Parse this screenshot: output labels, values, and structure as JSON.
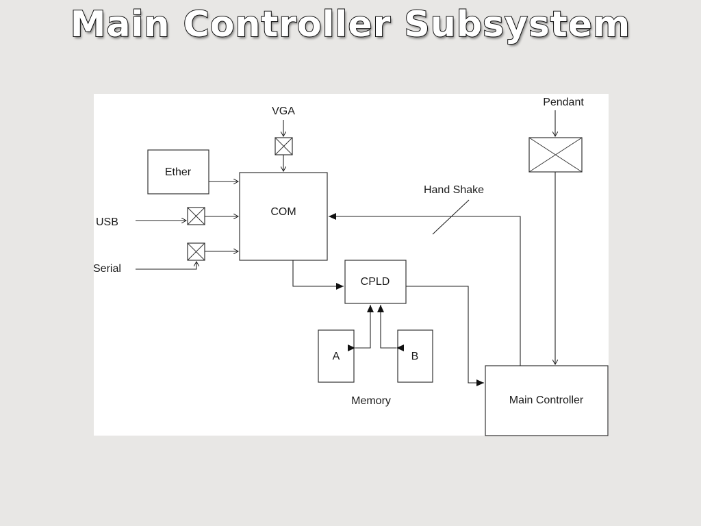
{
  "title": "Main Controller Subsystem",
  "colors": {
    "background": "#e8e7e5",
    "canvas": "#ffffff",
    "line": "#222222",
    "title_fill": "#ffffff",
    "title_outline": "#111111"
  },
  "diagram": {
    "blocks": {
      "ether": "Ether",
      "com": "COM",
      "cpld": "CPLD",
      "mem_a": "A",
      "mem_b": "B",
      "main_controller": "Main Controller"
    },
    "labels": {
      "vga": "VGA",
      "usb": "USB",
      "serial": "Serial",
      "pendant": "Pendant",
      "hand_shake": "Hand Shake",
      "memory": "Memory"
    }
  }
}
